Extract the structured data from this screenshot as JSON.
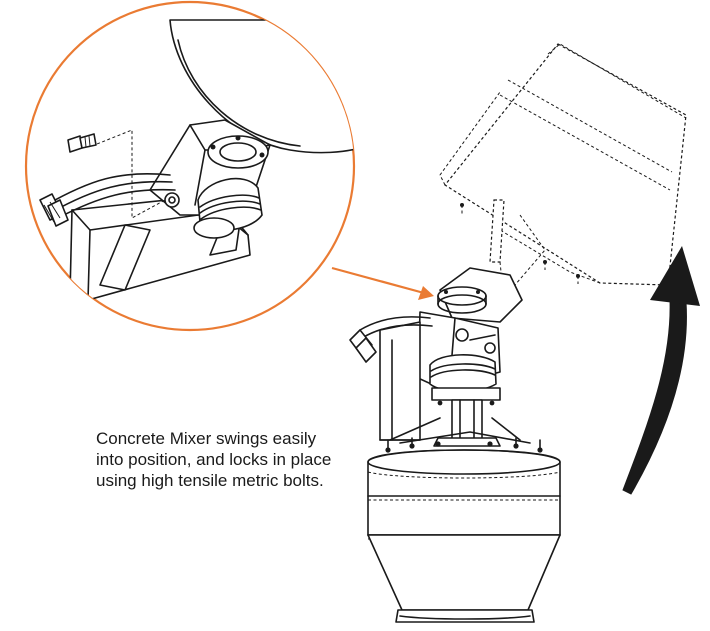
{
  "caption": {
    "lines": [
      "Concrete Mixer swings easily",
      "into position, and locks in place",
      "using high tensile metric bolts."
    ]
  },
  "colors": {
    "accent": "#ea7b33",
    "line": "#1a1a1a",
    "background": "#ffffff"
  },
  "icons": {
    "rotation": "curved-arrow-up-icon",
    "callout": "callout-arrow-icon"
  }
}
